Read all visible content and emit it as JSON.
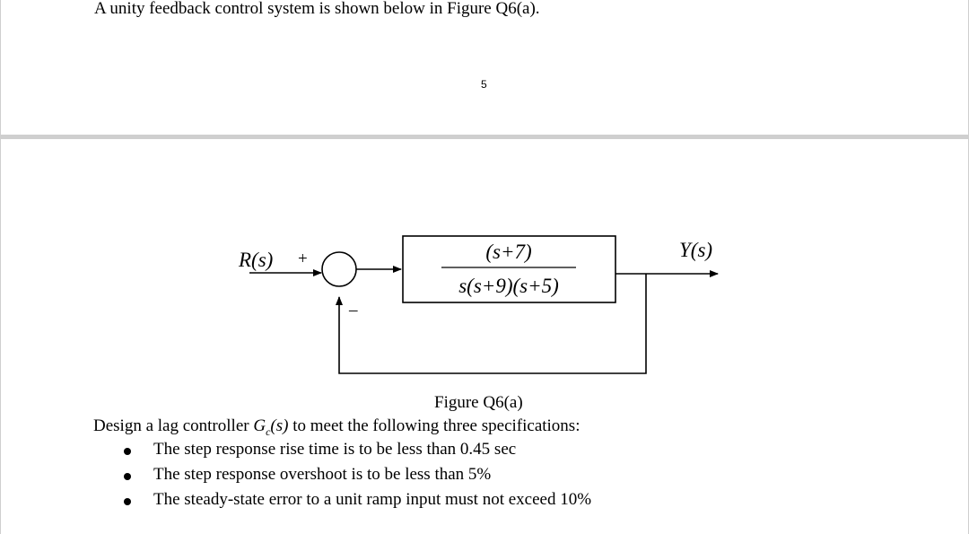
{
  "intro_text": "A unity feedback control system is shown below in Figure Q6(a).",
  "page_number": "5",
  "diagram": {
    "input_label": "R(s)",
    "plus_sign": "+",
    "minus_sign": "–",
    "tf_numerator": "(s+7)",
    "tf_denominator": "s(s+9)(s+5)",
    "output_label": "Y(s)"
  },
  "caption": "Figure Q6(a)",
  "design": {
    "prefix": "Design a lag controller ",
    "controller_symbol": "G",
    "controller_subscript": "c",
    "controller_arg": "(s)",
    "suffix": " to meet the following three specifications:"
  },
  "specifications": [
    "The step response rise time is to be less than 0.45 sec",
    "The step response overshoot is to be less than 5%",
    "The steady-state error to a unit ramp input must not exceed 10%"
  ]
}
